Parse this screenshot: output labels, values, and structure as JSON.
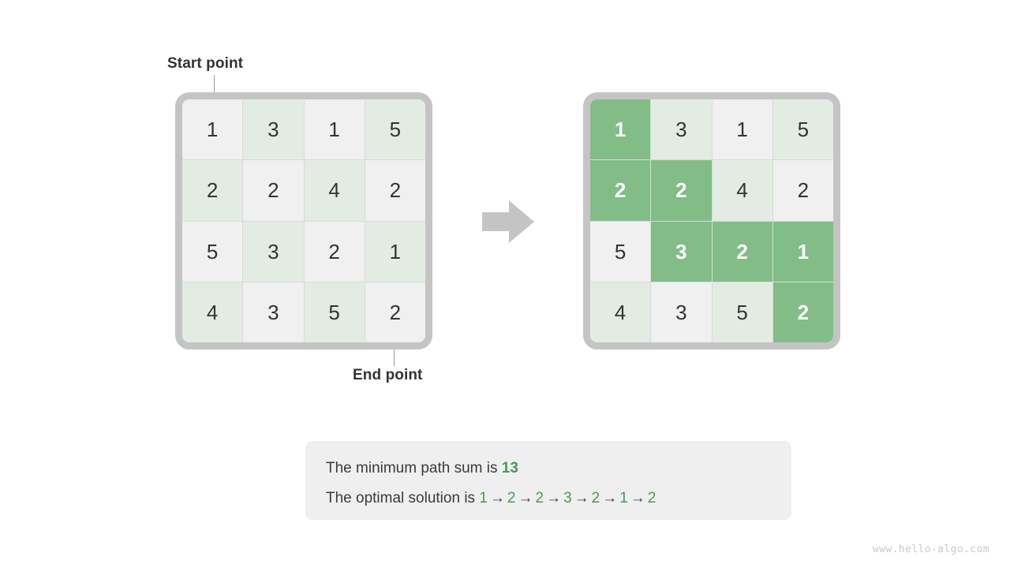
{
  "labels": {
    "start": "Start point",
    "end": "End point"
  },
  "grids": [
    {
      "name": "input-grid",
      "rows": [
        [
          {
            "v": "1",
            "s": "plain"
          },
          {
            "v": "3",
            "s": "tint"
          },
          {
            "v": "1",
            "s": "plain"
          },
          {
            "v": "5",
            "s": "tint"
          }
        ],
        [
          {
            "v": "2",
            "s": "tint"
          },
          {
            "v": "2",
            "s": "plain"
          },
          {
            "v": "4",
            "s": "tint"
          },
          {
            "v": "2",
            "s": "plain"
          }
        ],
        [
          {
            "v": "5",
            "s": "plain"
          },
          {
            "v": "3",
            "s": "tint"
          },
          {
            "v": "2",
            "s": "plain"
          },
          {
            "v": "1",
            "s": "tint"
          }
        ],
        [
          {
            "v": "4",
            "s": "tint"
          },
          {
            "v": "3",
            "s": "plain"
          },
          {
            "v": "5",
            "s": "tint"
          },
          {
            "v": "2",
            "s": "plain"
          }
        ]
      ]
    },
    {
      "name": "solution-grid",
      "rows": [
        [
          {
            "v": "1",
            "s": "path"
          },
          {
            "v": "3",
            "s": "tint"
          },
          {
            "v": "1",
            "s": "plain"
          },
          {
            "v": "5",
            "s": "tint"
          }
        ],
        [
          {
            "v": "2",
            "s": "path"
          },
          {
            "v": "2",
            "s": "path"
          },
          {
            "v": "4",
            "s": "tint"
          },
          {
            "v": "2",
            "s": "plain"
          }
        ],
        [
          {
            "v": "5",
            "s": "plain"
          },
          {
            "v": "3",
            "s": "path"
          },
          {
            "v": "2",
            "s": "path"
          },
          {
            "v": "1",
            "s": "path"
          }
        ],
        [
          {
            "v": "4",
            "s": "tint"
          },
          {
            "v": "3",
            "s": "plain"
          },
          {
            "v": "5",
            "s": "tint"
          },
          {
            "v": "2",
            "s": "path"
          }
        ]
      ]
    }
  ],
  "arrow_icon": "right-block-arrow",
  "result": {
    "sum_prefix": "The minimum path sum is",
    "sum_value": "13",
    "path_prefix": "The optimal solution is",
    "path_sequence": [
      "1",
      "2",
      "2",
      "3",
      "2",
      "1",
      "2"
    ],
    "path_separator": "→"
  },
  "watermark": "www.hello-algo.com",
  "colors": {
    "path_fill": "#82bd87",
    "tint_fill": "#e3ece3",
    "plain_fill": "#f0f0f0",
    "border": "#c4c4c4",
    "accent_text": "#4a9a52",
    "panel_bg": "#efefef",
    "arrow_fill": "#c4c4c4"
  }
}
